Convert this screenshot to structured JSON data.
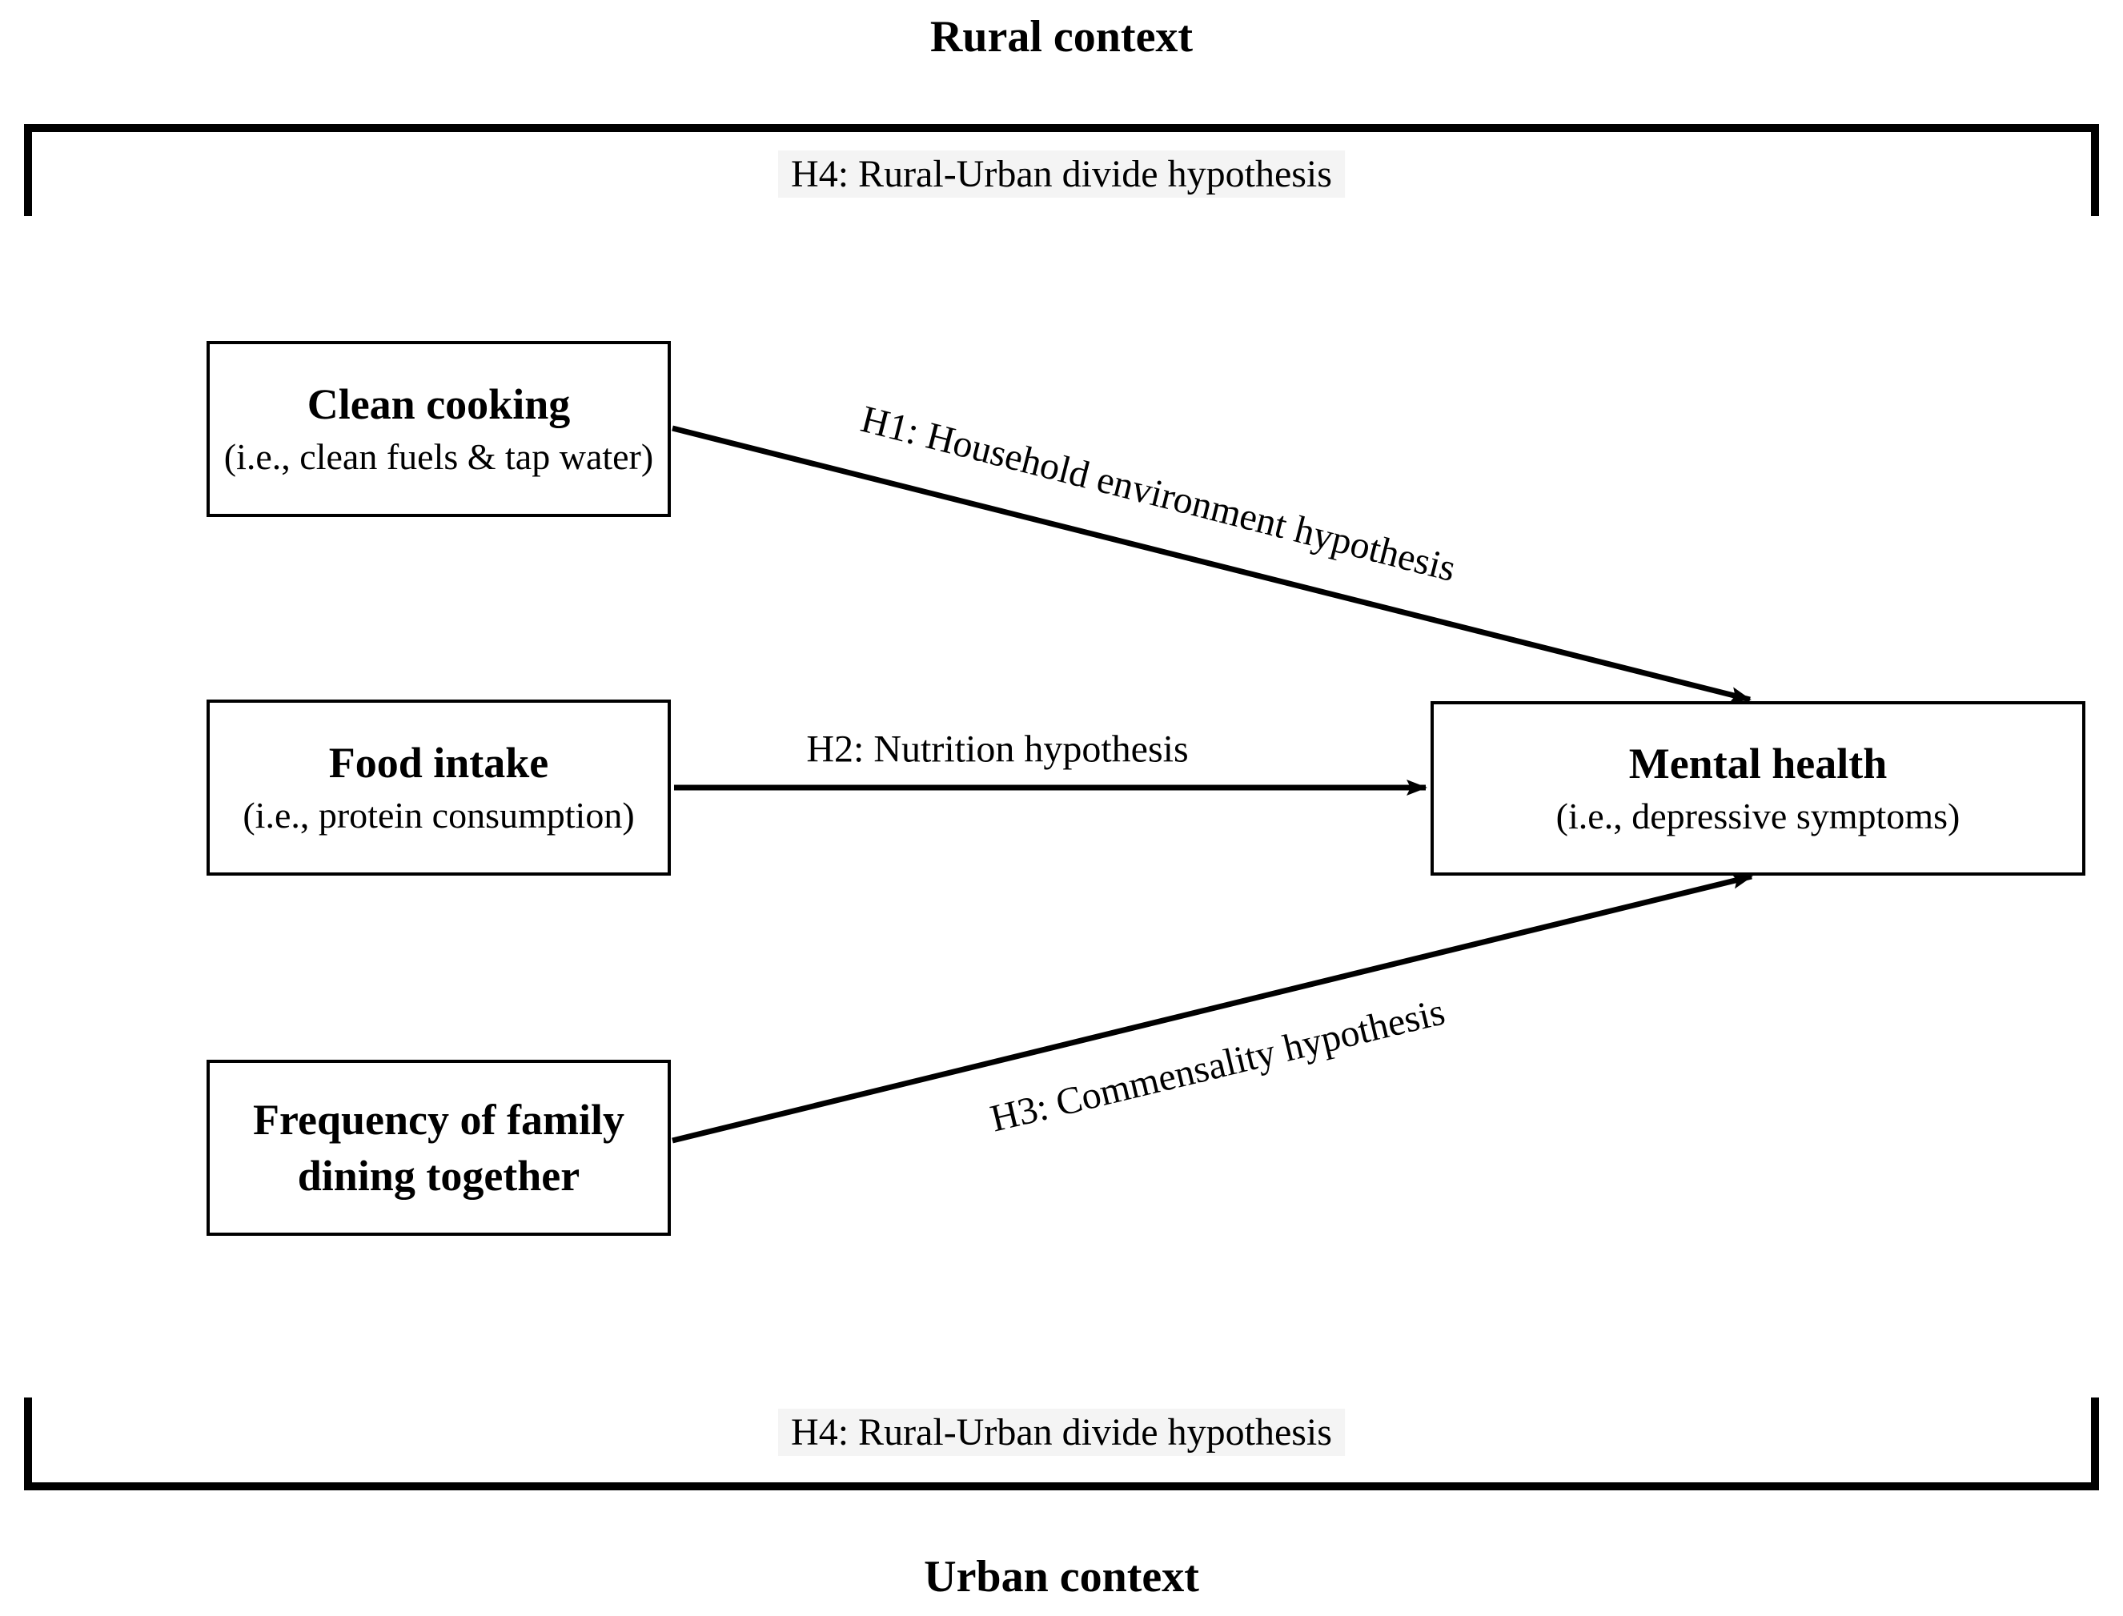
{
  "contexts": {
    "rural_label": "Rural context",
    "urban_label": "Urban context"
  },
  "hypotheses": {
    "h1": "H1: Household environment hypothesis",
    "h2": "H2: Nutrition hypothesis",
    "h3": "H3: Commensality hypothesis",
    "h4_top": "H4: Rural-Urban divide hypothesis",
    "h4_bottom": "H4: Rural-Urban divide hypothesis"
  },
  "boxes": {
    "clean_cooking": {
      "title": "Clean cooking",
      "subtitle": "(i.e., clean fuels & tap water)"
    },
    "food_intake": {
      "title": "Food intake",
      "subtitle": "(i.e., protein consumption)"
    },
    "family_dining": {
      "line1": "Frequency of family",
      "line2": "dining together"
    },
    "mental_health": {
      "title": "Mental health",
      "subtitle": "(i.e., depressive symptoms)"
    }
  },
  "colors": {
    "line": "#000000",
    "background": "#ffffff",
    "h4_highlight": "#f4f4f4"
  }
}
